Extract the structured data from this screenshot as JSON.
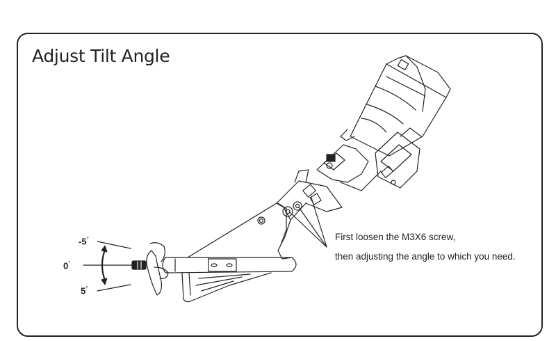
{
  "title": "Adjust Tilt Angle",
  "notes": {
    "line1": "First loosen the M3X6 screw,",
    "line2": "then adjusting the angle to which you need."
  },
  "angles": {
    "neg5": "-5",
    "zero": "0",
    "pos5": "5",
    "degree_symbol": "°"
  },
  "colors": {
    "line": "#222222",
    "background": "#ffffff"
  }
}
